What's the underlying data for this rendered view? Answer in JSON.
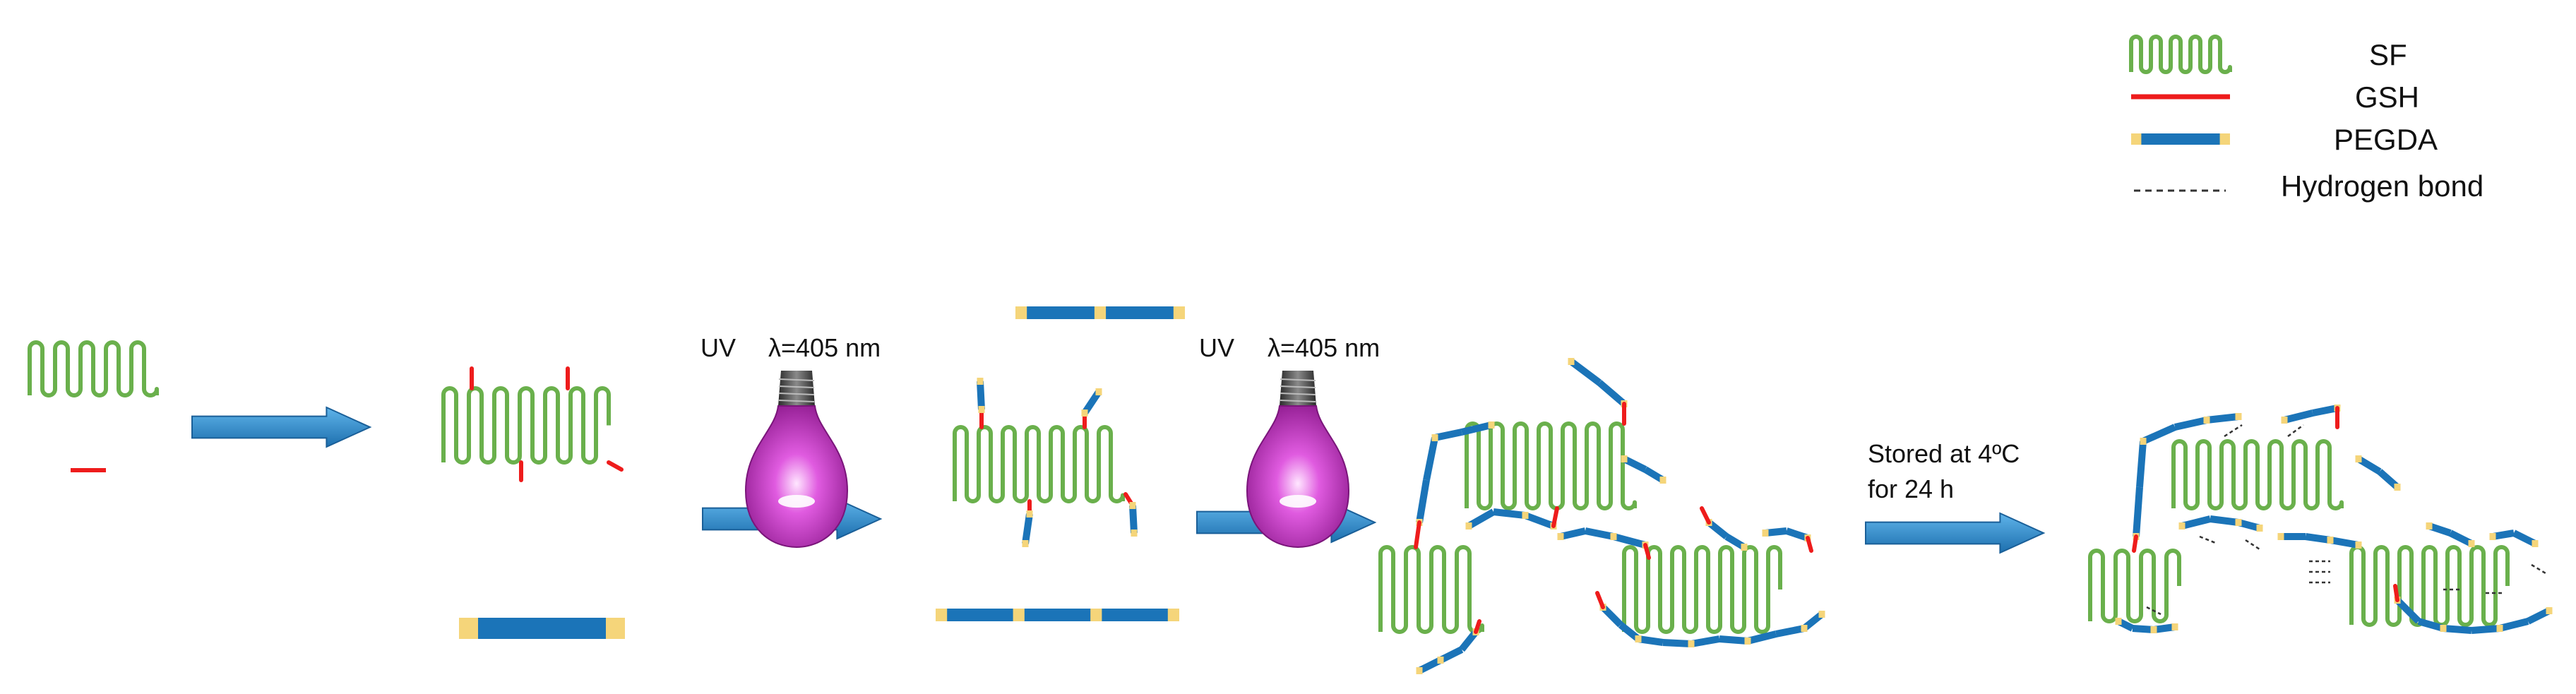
{
  "legend": {
    "sf": "SF",
    "gsh": "GSH",
    "pegda": "PEGDA",
    "hbond": "Hydrogen bond"
  },
  "steps": {
    "uv1_label": "UV",
    "uv1_wavelength": "λ=405 nm",
    "uv2_label": "UV",
    "uv2_wavelength": "λ=405 nm",
    "storage_line1": "Stored at 4ºC",
    "storage_line2": "for 24 h"
  },
  "icons": [
    "uv-lamp-icon",
    "process-arrow-icon"
  ],
  "colors": {
    "sf": "#6ab04c",
    "gsh": "#ee1c1c",
    "pegda_body": "#1b74b8",
    "pegda_cap": "#f5d57a",
    "arrow": "#2e8fd0",
    "bulb": "#cc33cc"
  }
}
